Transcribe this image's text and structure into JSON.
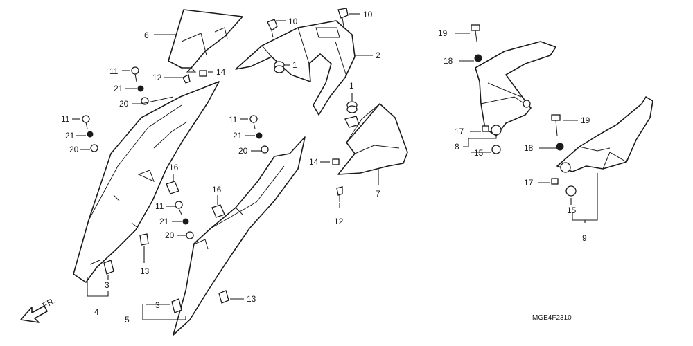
{
  "diagram": {
    "drawing_code": "MGE4F2310",
    "direction_label": "FR.",
    "callouts": [
      {
        "id": "c1a",
        "label": "1"
      },
      {
        "id": "c1b",
        "label": "1"
      },
      {
        "id": "c2",
        "label": "2"
      },
      {
        "id": "c3a",
        "label": "3"
      },
      {
        "id": "c3b",
        "label": "3"
      },
      {
        "id": "c4",
        "label": "4"
      },
      {
        "id": "c5",
        "label": "5"
      },
      {
        "id": "c6",
        "label": "6"
      },
      {
        "id": "c7",
        "label": "7"
      },
      {
        "id": "c8",
        "label": "8"
      },
      {
        "id": "c9",
        "label": "9"
      },
      {
        "id": "c10a",
        "label": "10"
      },
      {
        "id": "c10b",
        "label": "10"
      },
      {
        "id": "c11a",
        "label": "11"
      },
      {
        "id": "c11b",
        "label": "11"
      },
      {
        "id": "c11c",
        "label": "11"
      },
      {
        "id": "c11d",
        "label": "11"
      },
      {
        "id": "c12a",
        "label": "12"
      },
      {
        "id": "c12b",
        "label": "12"
      },
      {
        "id": "c13a",
        "label": "13"
      },
      {
        "id": "c13b",
        "label": "13"
      },
      {
        "id": "c14a",
        "label": "14"
      },
      {
        "id": "c14b",
        "label": "14"
      },
      {
        "id": "c15a",
        "label": "15"
      },
      {
        "id": "c15b",
        "label": "15"
      },
      {
        "id": "c16a",
        "label": "16"
      },
      {
        "id": "c16b",
        "label": "16"
      },
      {
        "id": "c17a",
        "label": "17"
      },
      {
        "id": "c17b",
        "label": "17"
      },
      {
        "id": "c18a",
        "label": "18"
      },
      {
        "id": "c18b",
        "label": "18"
      },
      {
        "id": "c19a",
        "label": "19"
      },
      {
        "id": "c19b",
        "label": "19"
      },
      {
        "id": "c20a",
        "label": "20"
      },
      {
        "id": "c20b",
        "label": "20"
      },
      {
        "id": "c20c",
        "label": "20"
      },
      {
        "id": "c20d",
        "label": "20"
      },
      {
        "id": "c21a",
        "label": "21"
      },
      {
        "id": "c21b",
        "label": "21"
      },
      {
        "id": "c21c",
        "label": "21"
      },
      {
        "id": "c21d",
        "label": "21"
      }
    ]
  }
}
